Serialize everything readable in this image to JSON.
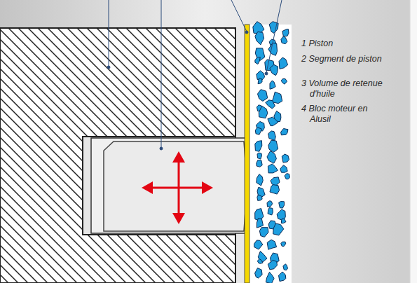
{
  "diagram": {
    "labels": [
      "1 Piston",
      "2 Segment de piston",
      "3 Volume de retenue d'huile",
      "4 Bloc moteur en Alusil"
    ]
  }
}
